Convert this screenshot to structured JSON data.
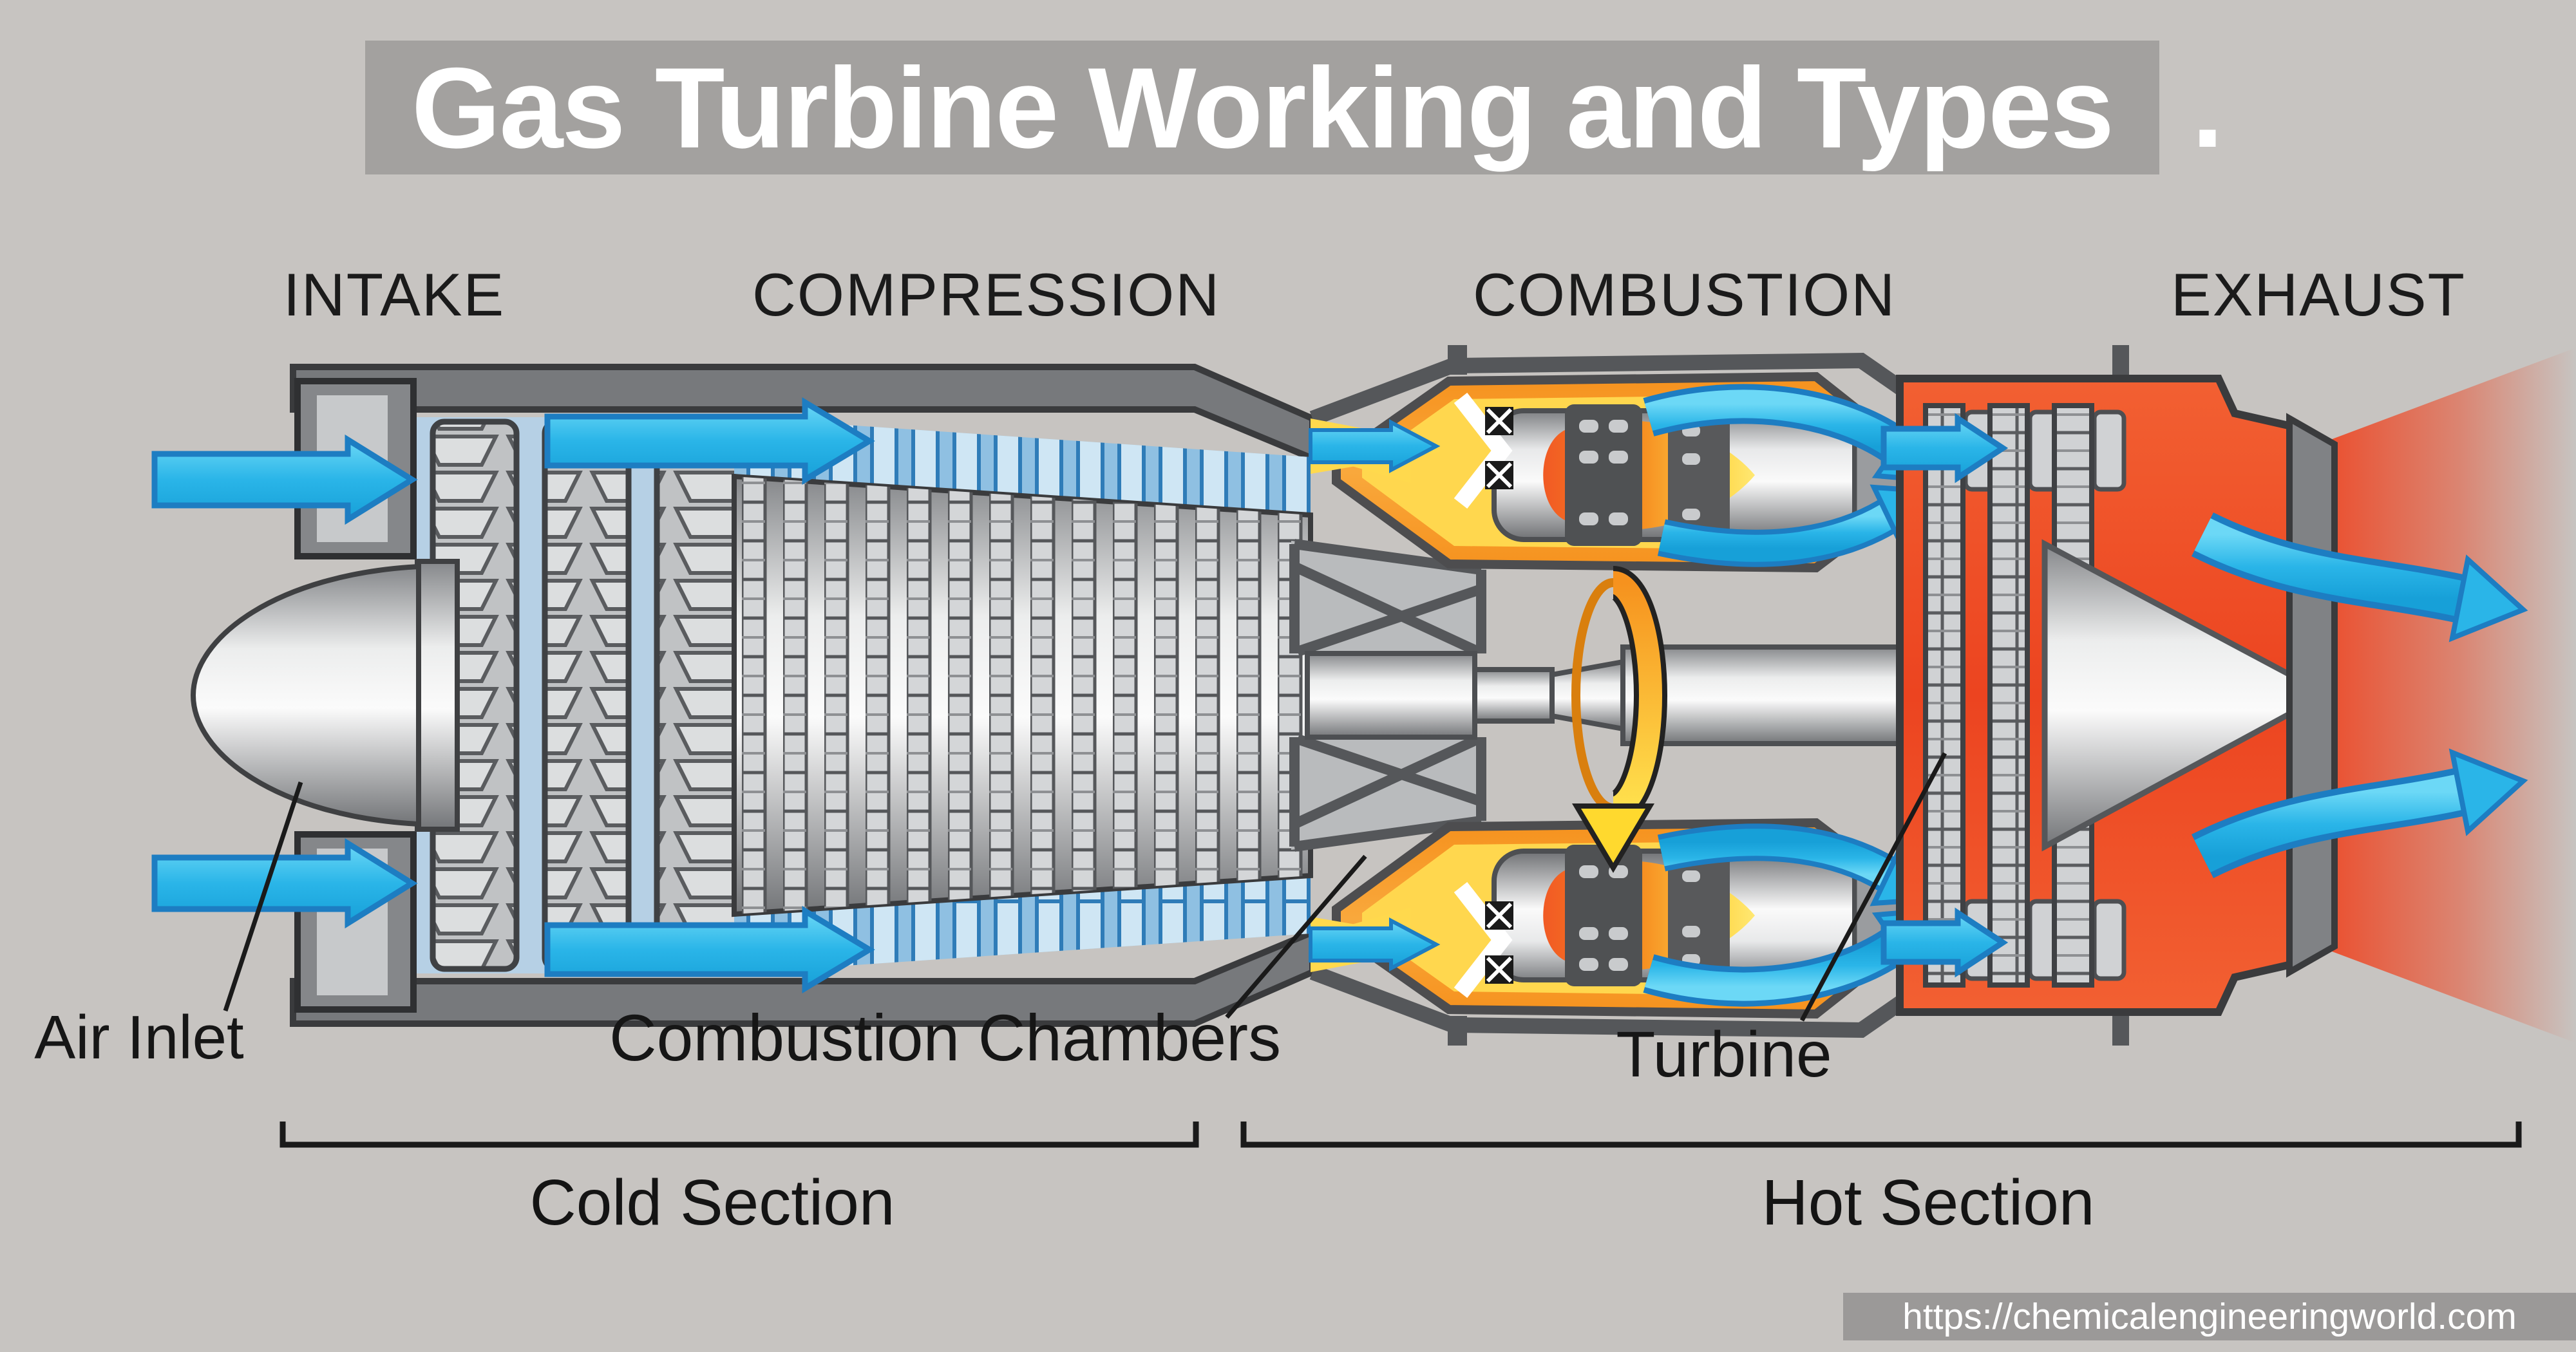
{
  "page": {
    "background": "#c7c4c1"
  },
  "title": {
    "text": "Gas Turbine Working and Types",
    "suffix": ".",
    "bar_color": "#a3a19f",
    "text_color": "#ffffff"
  },
  "stage_labels": [
    {
      "label": "INTAKE"
    },
    {
      "label": "COMPRESSION"
    },
    {
      "label": "COMBUSTION"
    },
    {
      "label": "EXHAUST"
    }
  ],
  "part_labels": [
    {
      "label": "Air Inlet"
    },
    {
      "label": "Combustion Chambers"
    },
    {
      "label": "Turbine"
    }
  ],
  "brackets": [
    {
      "label": "Cold Section"
    },
    {
      "label": "Hot Section"
    }
  ],
  "watermark": {
    "text": "https://chemicalengineeringworld.com",
    "bar_color": "#9b9998",
    "text_color": "#ffffff"
  },
  "diagram": {
    "name": "gas-turbine-cutaway",
    "airflow_color": "#2ab5e8",
    "airflow_outline": "#1d7dc2",
    "combustion_orange": "#f6921e",
    "combustion_yellow": "#ffd74e",
    "exhaust_red": "#ee4b25",
    "metal_gray": "#d1d3d4",
    "casing_gray": "#77797c",
    "stator_blue": "#8fc0e2",
    "rotation_arrow_yellow": "#ffd92e"
  }
}
